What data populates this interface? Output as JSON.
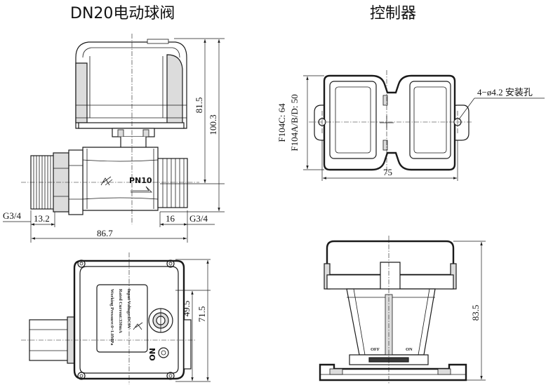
{
  "titles": {
    "valve": "DN20电动球阀",
    "controller": "控制器"
  },
  "valve_front": {
    "pressure_label": "PN10",
    "dims": {
      "actuator_height": "81.5",
      "total_height": "100.3",
      "thread_left": "G3/4",
      "thread_right": "G3/4",
      "thread_length_left": "13.2",
      "thread_length_right": "16",
      "total_length": "86.7"
    }
  },
  "valve_top": {
    "nameplate": {
      "line1": "Input Voltage:DC9V",
      "line2": "Rated Current:330mA",
      "line3": "Working Pressure:0~1.0MPa"
    },
    "no_label": "NO",
    "dims": {
      "half_width": "49.5",
      "total_width": "71.5"
    }
  },
  "controller_top": {
    "dims": {
      "height_c": "F104C: 64",
      "height_abd": "F104A/B/D: 50",
      "width": "75",
      "holes": "4−ø4.2  安装孔"
    }
  },
  "controller_side": {
    "off_label": "OFF",
    "on_label": "ON",
    "dims": {
      "height": "83.5"
    }
  }
}
